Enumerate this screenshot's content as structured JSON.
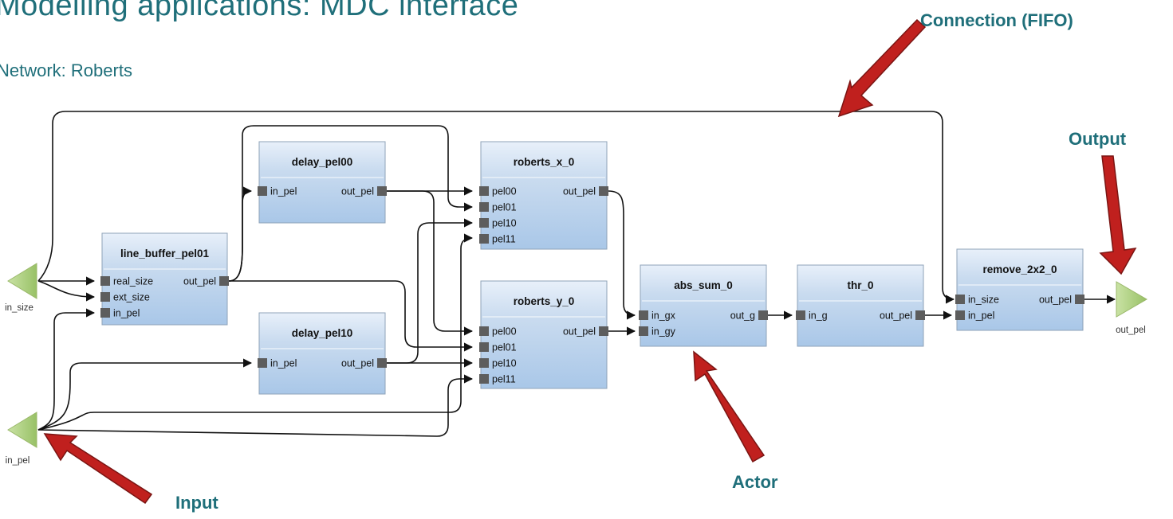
{
  "slide": {
    "title": "Modelling applications: MDC interface",
    "network_label": "Network: Roberts"
  },
  "actors": [
    {
      "id": "line_buffer_pel01",
      "title": "line_buffer_pel01",
      "inputs": [
        "real_size",
        "ext_size",
        "in_pel"
      ],
      "outputs": [
        "out_pel"
      ]
    },
    {
      "id": "delay_pel00",
      "title": "delay_pel00",
      "inputs": [
        "in_pel"
      ],
      "outputs": [
        "out_pel"
      ]
    },
    {
      "id": "delay_pel10",
      "title": "delay_pel10",
      "inputs": [
        "in_pel"
      ],
      "outputs": [
        "out_pel"
      ]
    },
    {
      "id": "roberts_x_0",
      "title": "roberts_x_0",
      "inputs": [
        "pel00",
        "pel01",
        "pel10",
        "pel11"
      ],
      "outputs": [
        "out_pel"
      ]
    },
    {
      "id": "roberts_y_0",
      "title": "roberts_y_0",
      "inputs": [
        "pel00",
        "pel01",
        "pel10",
        "pel11"
      ],
      "outputs": [
        "out_pel"
      ]
    },
    {
      "id": "abs_sum_0",
      "title": "abs_sum_0",
      "inputs": [
        "in_gx",
        "in_gy"
      ],
      "outputs": [
        "out_g"
      ]
    },
    {
      "id": "thr_0",
      "title": "thr_0",
      "inputs": [
        "in_g"
      ],
      "outputs": [
        "out_pel"
      ]
    },
    {
      "id": "remove_2x2_0",
      "title": "remove_2x2_0",
      "inputs": [
        "in_size",
        "in_pel"
      ],
      "outputs": [
        "out_pel"
      ]
    }
  ],
  "io_ports": [
    {
      "id": "in_size",
      "label": "in_size",
      "kind": "input"
    },
    {
      "id": "in_pel",
      "label": "in_pel",
      "kind": "input"
    },
    {
      "id": "out_pel",
      "label": "out_pel",
      "kind": "output"
    }
  ],
  "annotations": {
    "connection": "Connection (FIFO)",
    "output": "Output",
    "input": "Input",
    "actor": "Actor"
  },
  "colors": {
    "title_text": "#1f6f7a",
    "arrow_red": "#c0201e",
    "actor_fill_top": "#e8f0fa",
    "actor_fill_bottom": "#a9c7e8",
    "port": "#5d5d5d",
    "io_green": "#a8cc78"
  }
}
